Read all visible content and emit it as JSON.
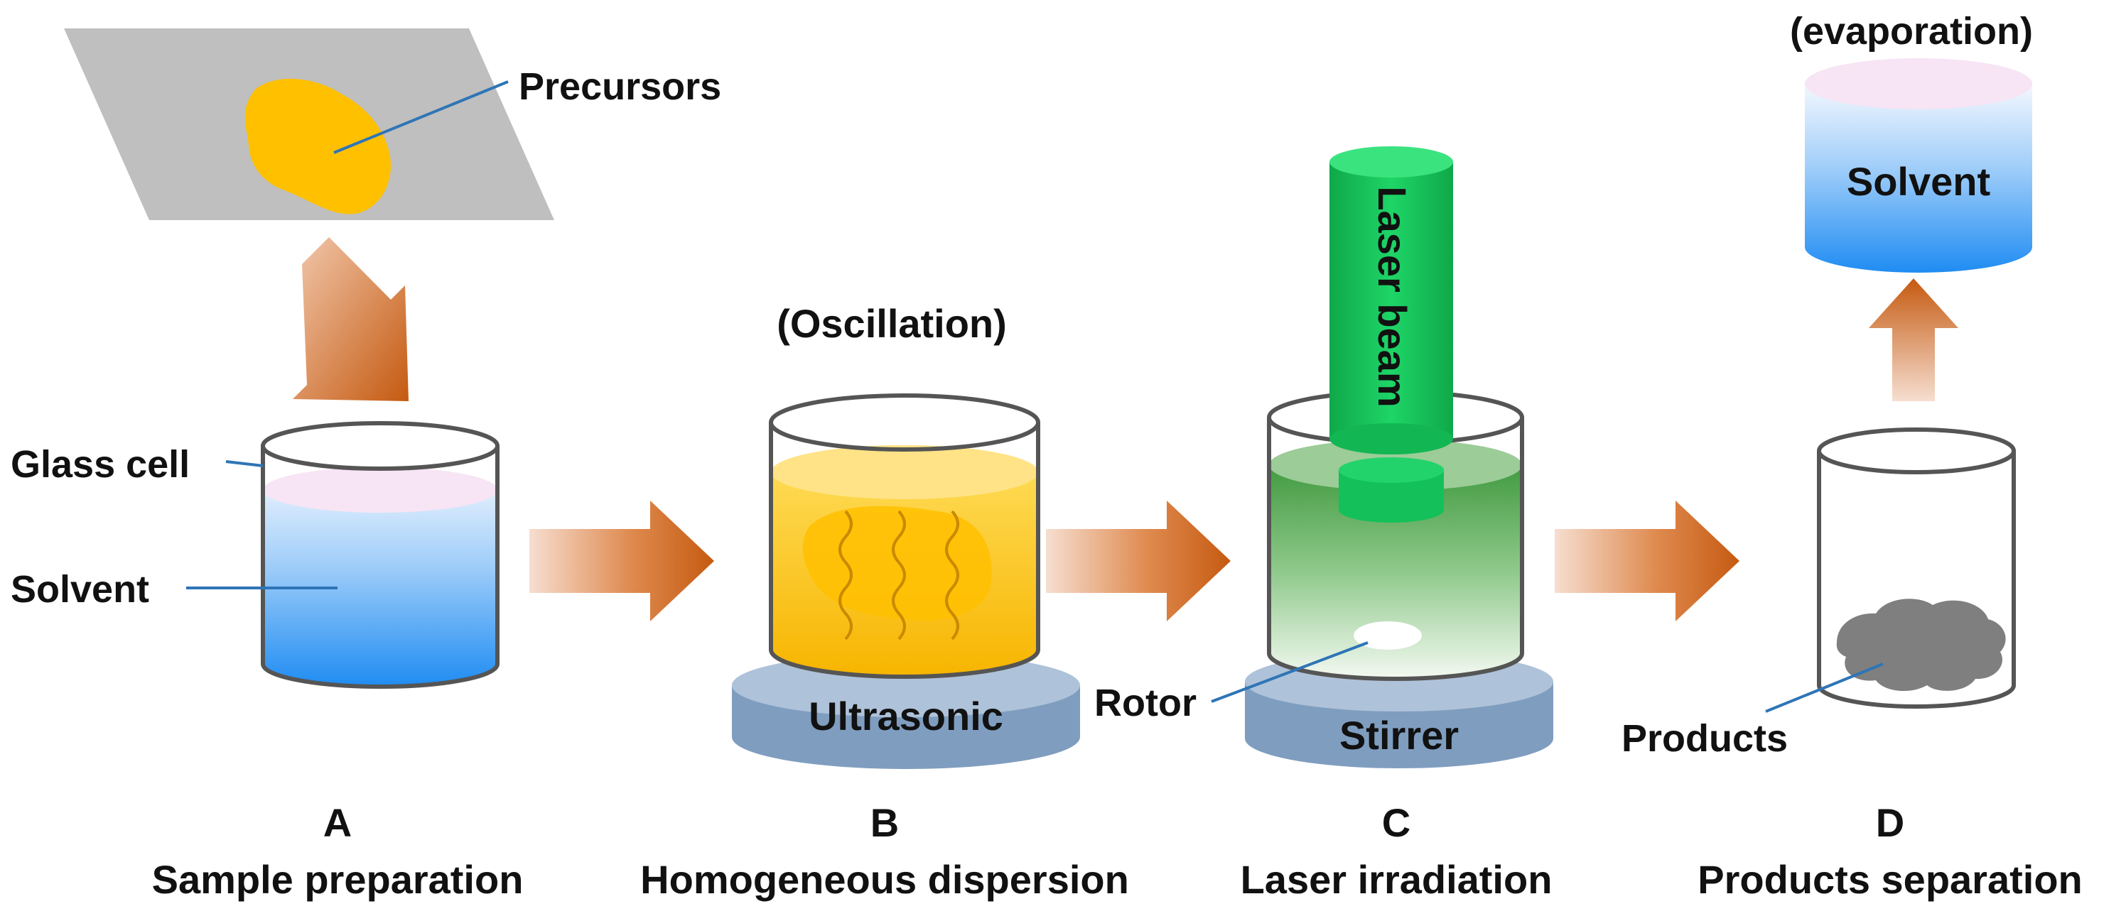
{
  "colors": {
    "plate": "#c0c0c0",
    "precursor": "#ffc000",
    "arrow": "#c55a11",
    "solvent": "#3d9cf5",
    "yellow_liquid": "#ffd233",
    "green_liquid": "#2f8f2f",
    "laser": "#15c85a",
    "base": "#8eaacb",
    "product": "#7f7f7f",
    "outline": "#555555",
    "leader": "#2e75b6"
  },
  "stage_a": {
    "letter": "A",
    "caption": "Sample preparation",
    "labels": {
      "precursors": "Precursors",
      "glass_cell": "Glass cell",
      "solvent": "Solvent"
    }
  },
  "stage_b": {
    "letter": "B",
    "caption": "Homogeneous dispersion",
    "process_note": "(Oscillation)",
    "base_label": "Ultrasonic"
  },
  "stage_c": {
    "letter": "C",
    "caption": "Laser irradiation",
    "laser_label": "Laser beam",
    "rotor_label": "Rotor",
    "base_label": "Stirrer"
  },
  "stage_d": {
    "letter": "D",
    "caption": "Products separation",
    "process_note": "(evaporation)",
    "solvent_label": "Solvent",
    "products_label": "Products"
  }
}
